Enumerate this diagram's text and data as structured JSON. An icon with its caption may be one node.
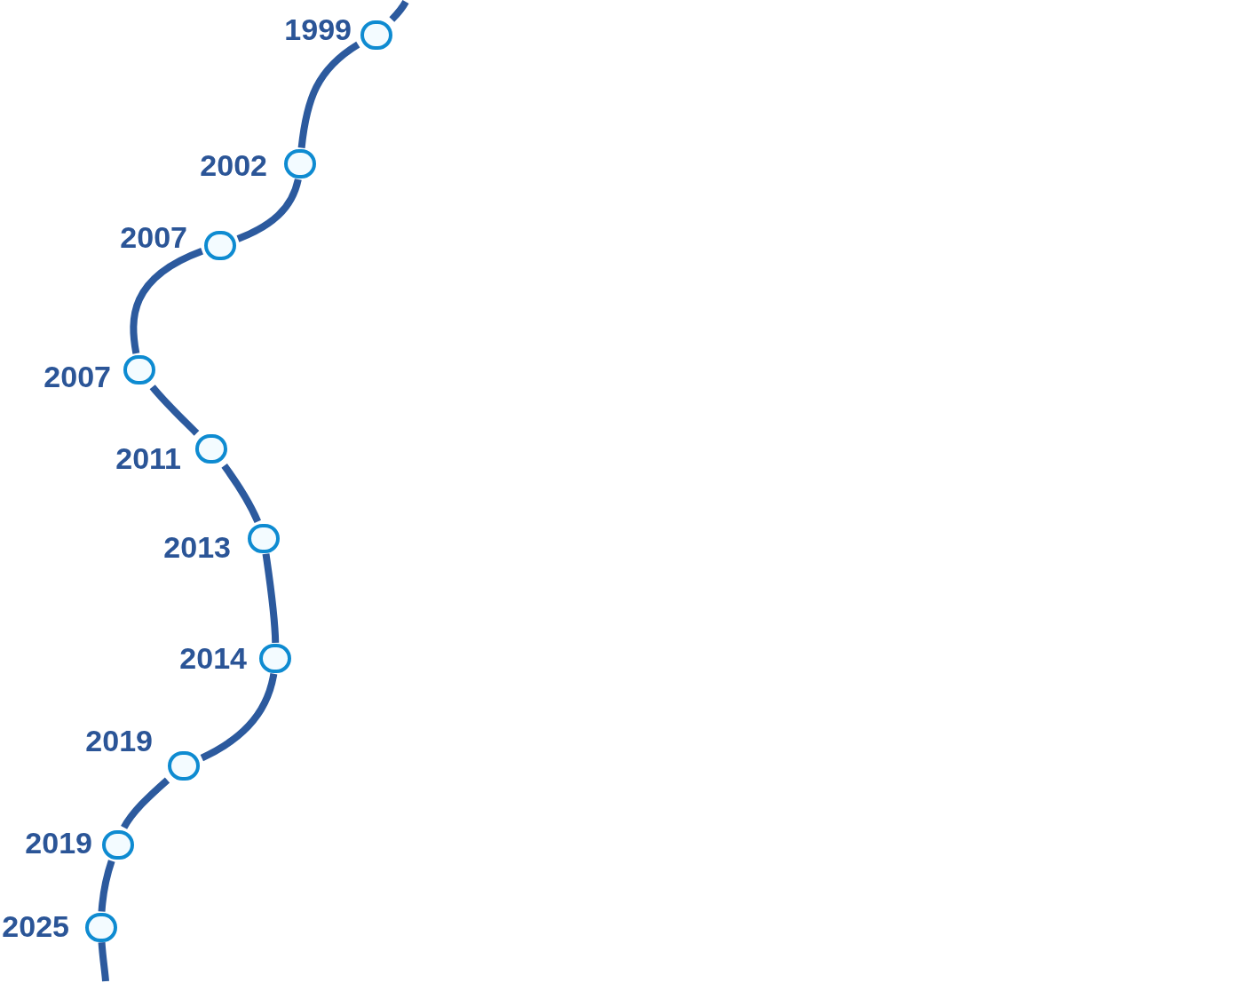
{
  "diagram": {
    "nodes": [
      {
        "text": [],
        "shape": "circle",
        "beside": [
          "1999"
        ]
      },
      {
        "text": [],
        "shape": "circle",
        "beside": [
          "2002"
        ]
      },
      {
        "text": [],
        "shape": "circle",
        "beside": [
          "2007"
        ]
      },
      {
        "text": [],
        "shape": "circle",
        "beside": [
          "2007"
        ]
      },
      {
        "text": [],
        "shape": "circle",
        "beside": [
          "2011"
        ]
      },
      {
        "text": [],
        "shape": "circle",
        "beside": [
          "2013"
        ]
      },
      {
        "text": [],
        "shape": "circle",
        "beside": [
          "2014"
        ]
      },
      {
        "text": [],
        "shape": "circle",
        "beside": [
          "2019"
        ]
      },
      {
        "text": [],
        "shape": "circle",
        "beside": [
          "2019"
        ]
      },
      {
        "text": [],
        "shape": "circle",
        "beside": [
          "2025"
        ]
      }
    ],
    "edges": [
      {
        "from": null,
        "to": 0,
        "arrow": "none"
      },
      {
        "from": 0,
        "to": 1,
        "arrow": "none"
      },
      {
        "from": 1,
        "to": 2,
        "arrow": "none"
      },
      {
        "from": 2,
        "to": 3,
        "arrow": "none"
      },
      {
        "from": 3,
        "to": 4,
        "arrow": "none"
      },
      {
        "from": 4,
        "to": 5,
        "arrow": "none"
      },
      {
        "from": 5,
        "to": 6,
        "arrow": "none"
      },
      {
        "from": 6,
        "to": 7,
        "arrow": "none"
      },
      {
        "from": 7,
        "to": 8,
        "arrow": "none"
      },
      {
        "from": 8,
        "to": 9,
        "arrow": "none"
      },
      {
        "from": 9,
        "to": null,
        "arrow": "none"
      }
    ]
  }
}
